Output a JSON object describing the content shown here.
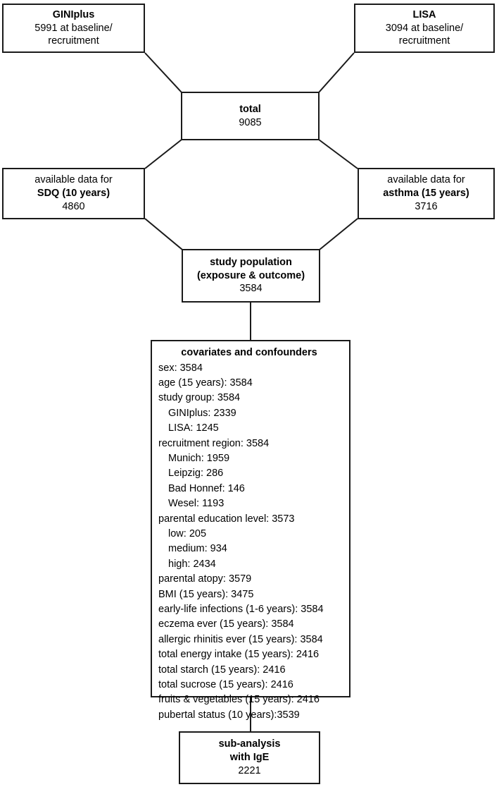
{
  "diagram": {
    "title": "study population flow chart",
    "stroke_color": "#1a1a1a",
    "background_color": "#ffffff",
    "nodes": {
      "giniplus": {
        "lines": [
          "GINIplus",
          "5991 at baseline/",
          "recruitment"
        ],
        "cohort": "GINIplus",
        "count": 5991
      },
      "lisa": {
        "lines": [
          "LISA",
          "3094 at baseline/",
          "recruitment"
        ],
        "cohort": "LISA",
        "count": 3094
      },
      "total": {
        "lines": [
          "total",
          "9085"
        ],
        "label": "total",
        "count": 9085
      },
      "sdq": {
        "lines": [
          "available data for",
          "SDQ (10 years)",
          "4860"
        ],
        "label": "available data for SDQ (10 years)",
        "count": 4860
      },
      "asthma": {
        "lines": [
          "available data for",
          "asthma (15 years)",
          "3716"
        ],
        "label": "available data for asthma (15 years)",
        "count": 3716
      },
      "study_population": {
        "lines": [
          "study population",
          "(exposure & outcome)",
          "3584"
        ],
        "label": "study population (exposure & outcome)",
        "count": 3584
      },
      "covariates": {
        "title": "covariates and confounders",
        "items": [
          {
            "text": "sex: 3584",
            "indent": false
          },
          {
            "text": "age (15 years): 3584",
            "indent": false
          },
          {
            "text": "study group: 3584",
            "indent": false
          },
          {
            "text": "GINIplus: 2339",
            "indent": true
          },
          {
            "text": "LISA: 1245",
            "indent": true
          },
          {
            "text": "recruitment region: 3584",
            "indent": false
          },
          {
            "text": "Munich: 1959",
            "indent": true
          },
          {
            "text": "Leipzig: 286",
            "indent": true
          },
          {
            "text": "Bad Honnef: 146",
            "indent": true
          },
          {
            "text": "Wesel: 1193",
            "indent": true
          },
          {
            "text": "parental education level: 3573",
            "indent": false
          },
          {
            "text": "low: 205",
            "indent": true
          },
          {
            "text": "medium: 934",
            "indent": true
          },
          {
            "text": "high: 2434",
            "indent": true
          },
          {
            "text": "parental atopy: 3579",
            "indent": false
          },
          {
            "text": "BMI (15 years): 3475",
            "indent": false
          },
          {
            "text": "early-life infections (1-6 years): 3584",
            "indent": false
          },
          {
            "text": "eczema ever (15 years): 3584",
            "indent": false
          },
          {
            "text": "allergic rhinitis ever (15 years): 3584",
            "indent": false
          },
          {
            "text": "total energy intake (15 years): 2416",
            "indent": false
          },
          {
            "text": "total starch (15 years): 2416",
            "indent": false
          },
          {
            "text": "total sucrose (15 years): 2416",
            "indent": false
          },
          {
            "text": "fruits & vegetables (15 years): 2416",
            "indent": false
          },
          {
            "text": "pubertal status (10 years):3539",
            "indent": false
          }
        ]
      },
      "sub_analysis": {
        "lines": [
          "sub-analysis",
          "with IgE",
          "2221"
        ],
        "label": "sub-analysis with IgE",
        "count": 2221
      }
    }
  }
}
